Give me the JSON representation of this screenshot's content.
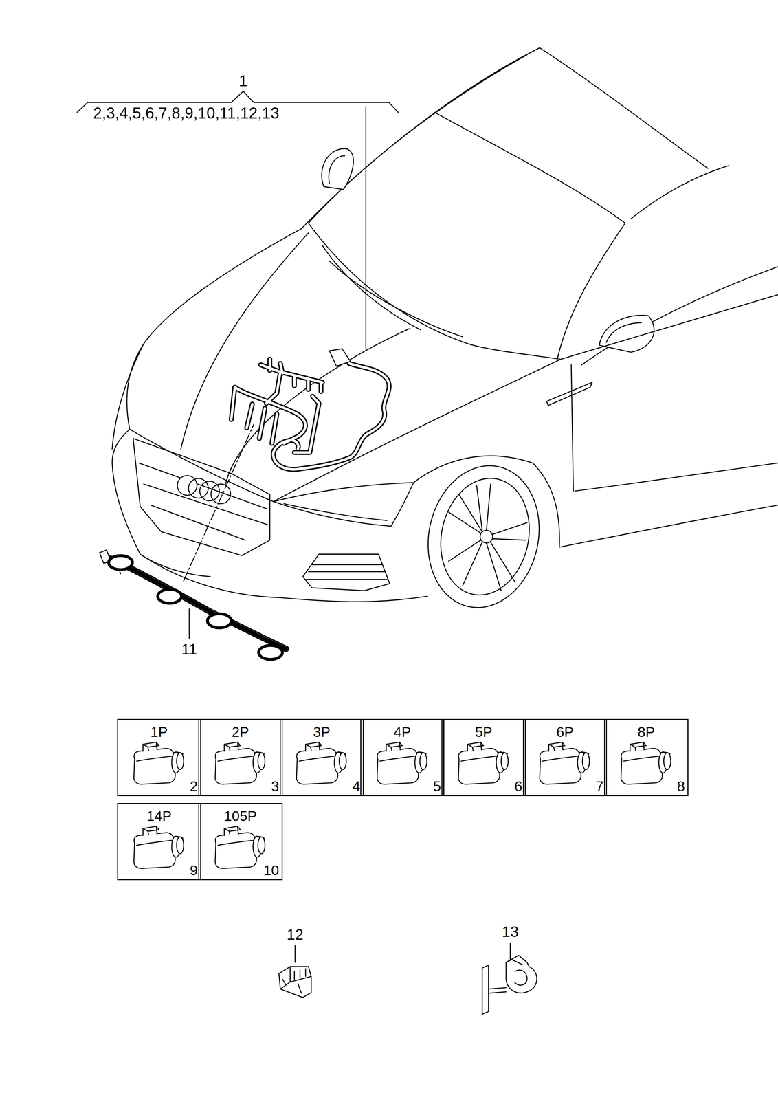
{
  "diagram": {
    "nodes": [
      {
        "text": [
          "1P",
          "2"
        ]
      },
      {
        "text": [
          "2P",
          "3"
        ]
      },
      {
        "text": [
          "3P",
          "4"
        ]
      },
      {
        "text": [
          "4P",
          "5"
        ]
      },
      {
        "text": [
          "5P",
          "6"
        ]
      },
      {
        "text": [
          "6P",
          "7"
        ]
      },
      {
        "text": [
          "8P",
          "8"
        ]
      },
      {
        "text": [
          "14P",
          "9"
        ]
      },
      {
        "text": [
          "105P",
          "10"
        ]
      }
    ],
    "labels": [
      "1",
      "2,3,4,5,6,7,8,9,10,11,12,13",
      "11",
      "12",
      "13"
    ]
  }
}
